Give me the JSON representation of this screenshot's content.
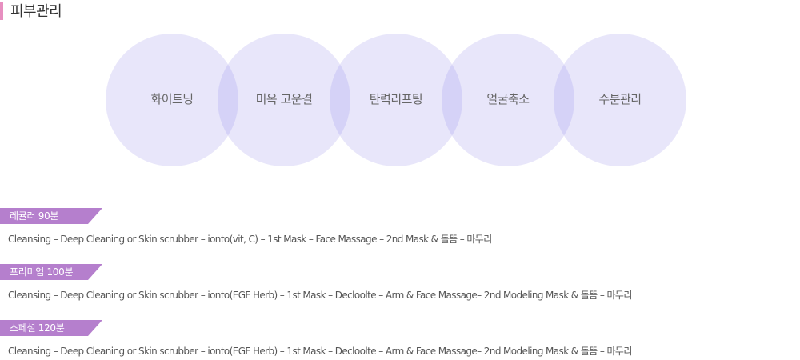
{
  "header": {
    "title": "피부관리"
  },
  "treatments": [
    {
      "label": "화이트닝"
    },
    {
      "label": "미옥 고운결"
    },
    {
      "label": "탄력리프팅"
    },
    {
      "label": "얼굴축소"
    },
    {
      "label": "수분관리"
    }
  ],
  "colors": {
    "circle": "#e8e6fa",
    "overlap": "#d5d2f7",
    "tag": "#b57fcd",
    "title_accent": "#e78fc0"
  },
  "courses": [
    {
      "name": "레귤러 90분",
      "steps": "Cleansing – Deep Cleaning or Skin scrubber – ionto(vit, C) – 1st Mask – Face Massage – 2nd Mask & 돌뜸 – 마무리"
    },
    {
      "name": "프리미엄 100분",
      "steps": "Cleansing – Deep Cleaning or Skin scrubber – ionto(EGF Herb) – 1st Mask – Decloolte – Arm & Face Massage–  2nd Modeling Mask & 돌뜸 – 마무리"
    },
    {
      "name": "스페셜 120분",
      "steps": "Cleansing – Deep Cleaning or Skin scrubber – ionto(EGF Herb) – 1st Mask – Decloolte – Arm & Face Massage–  2nd Modeling Mask & 돌뜸 – 마무리"
    }
  ]
}
